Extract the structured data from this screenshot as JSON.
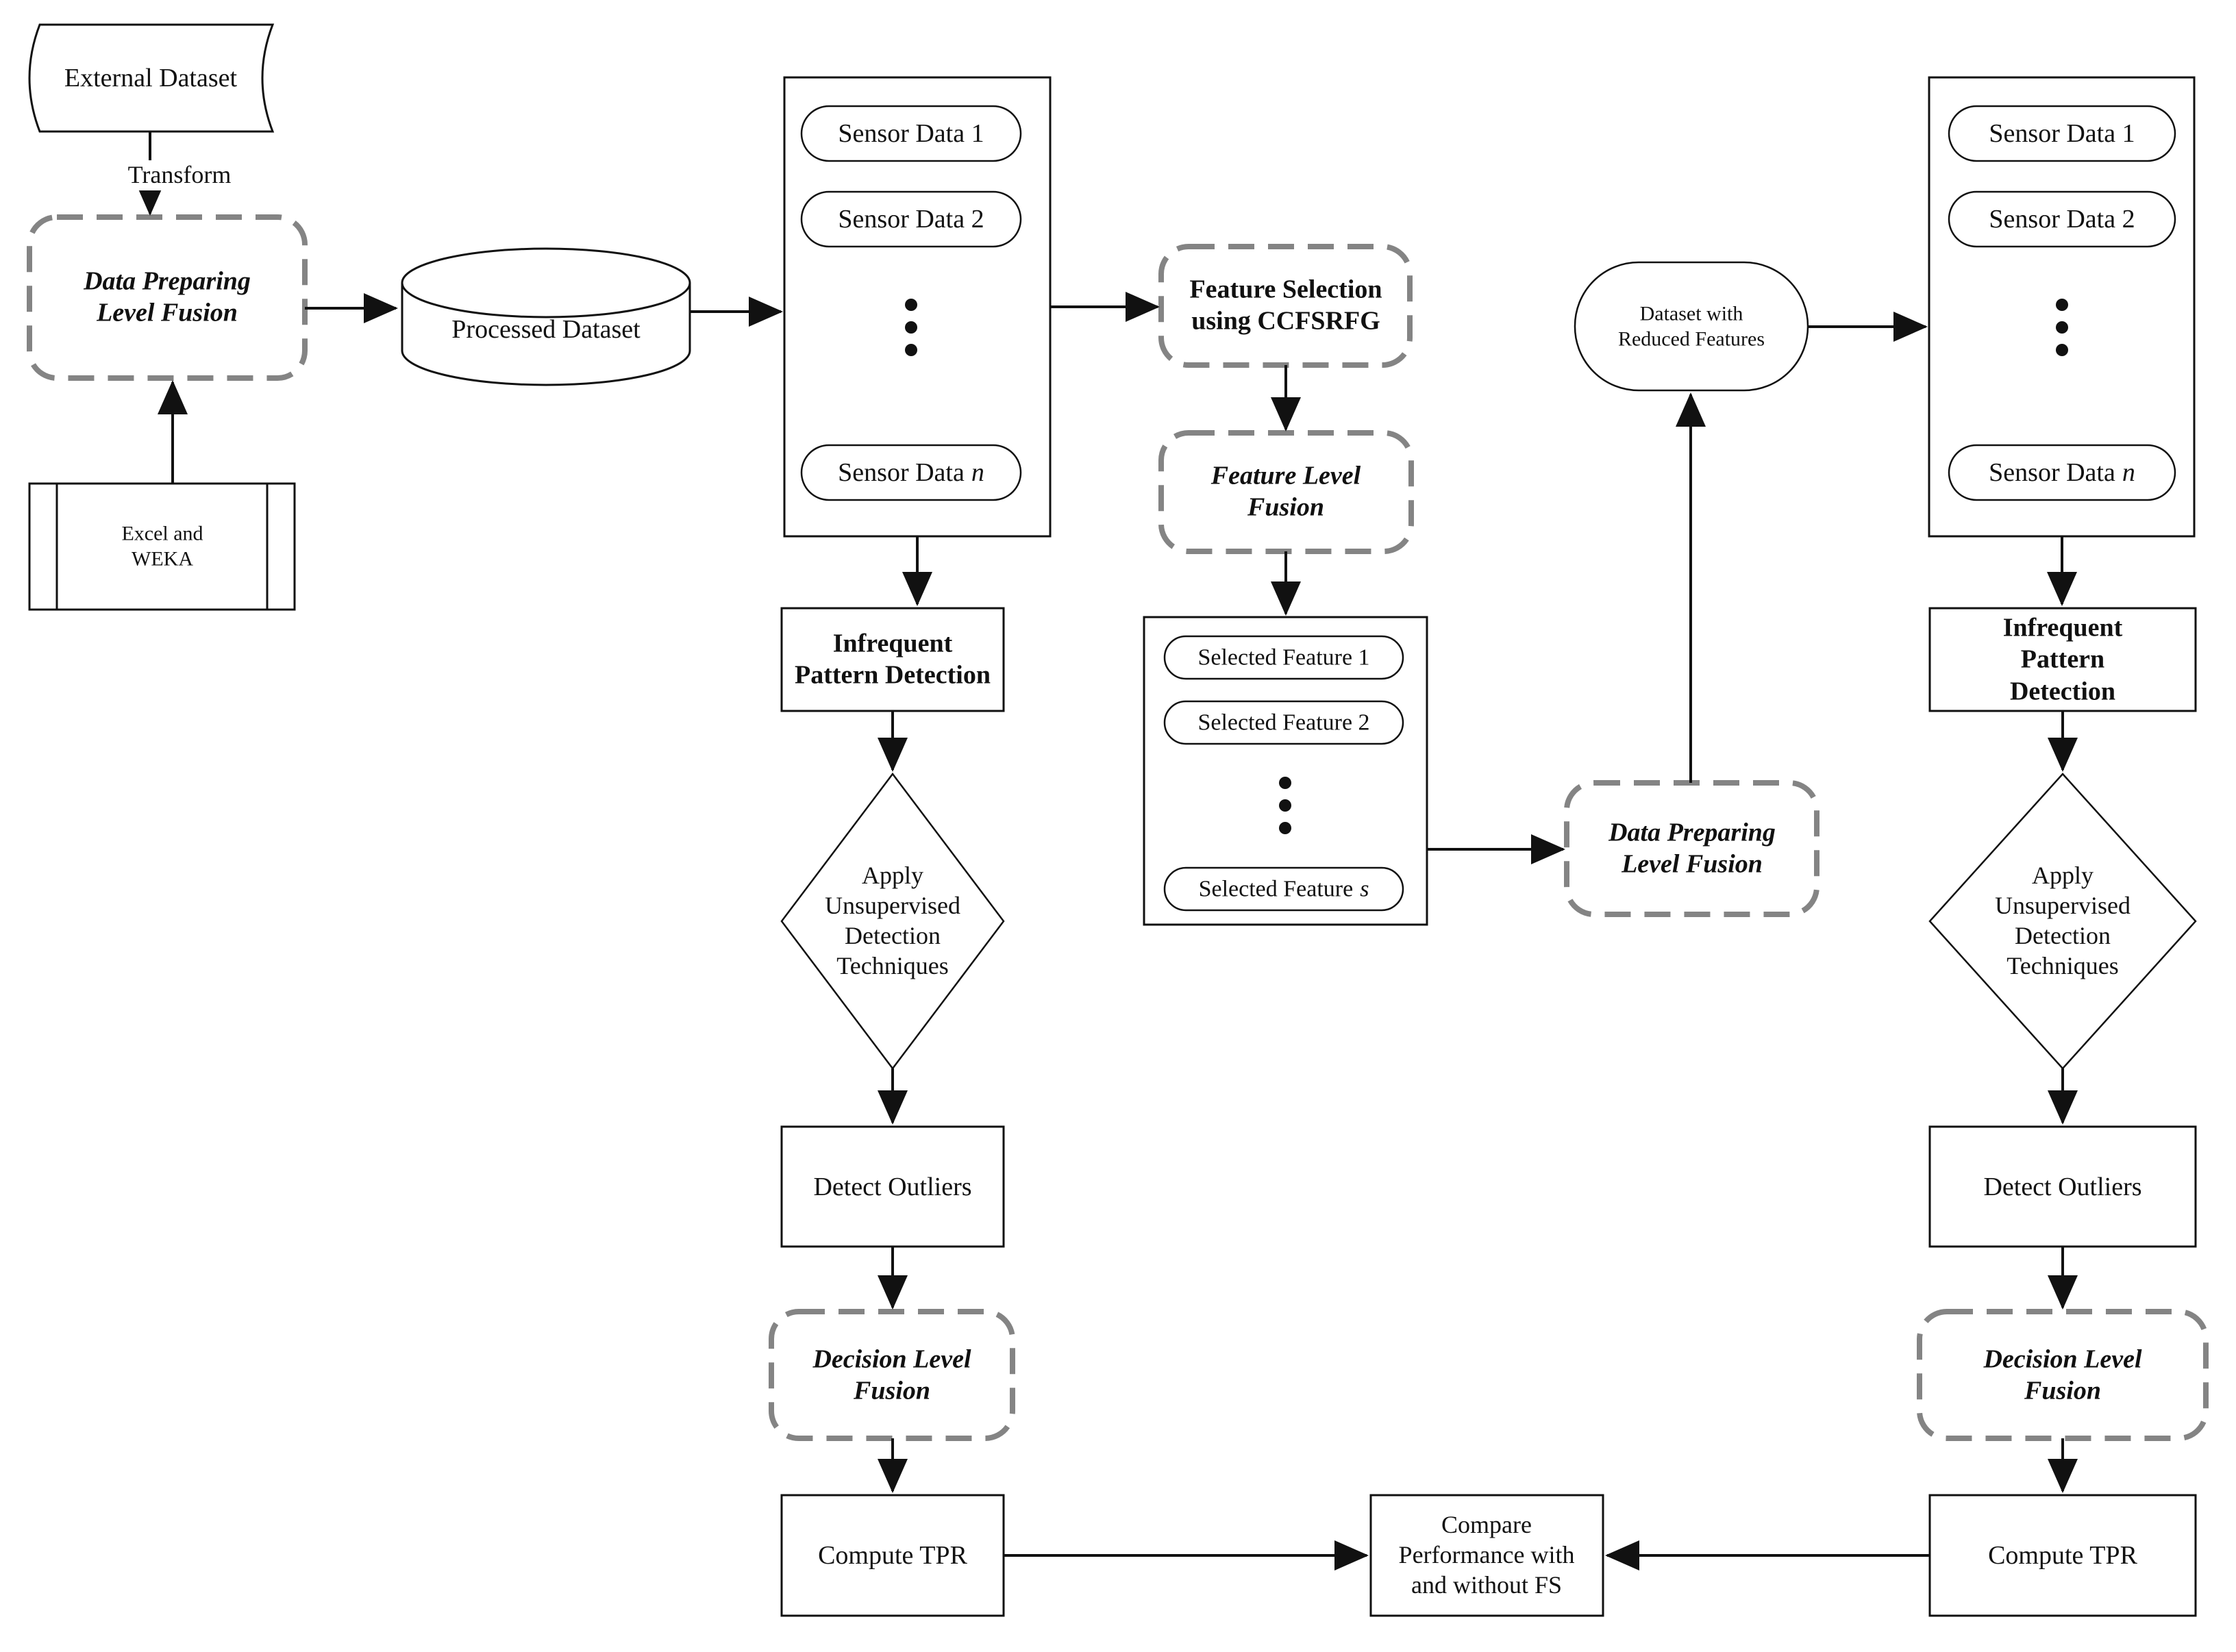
{
  "diagram": {
    "colors": {
      "line_black": "#111111",
      "dash_gray": "#848484",
      "background": "#ffffff"
    },
    "nodes": {
      "external_dataset": "External Dataset",
      "transform_label": "Transform",
      "data_preparing_fusion": "Data Preparing\nLevel Fusion",
      "excel_weka": "Excel and\nWEKA",
      "processed_dataset": "Processed Dataset",
      "sensor1": "Sensor Data 1",
      "sensor2": "Sensor Data 2",
      "sensor_n_prefix": "Sensor Data",
      "sensor_n_var": "n",
      "feature_selection": "Feature Selection\nusing CCFSRFG",
      "feature_level_fusion": "Feature Level\nFusion",
      "selected1": "Selected Feature 1",
      "selected2": "Selected Feature 2",
      "selected_s_prefix": "Selected Feature",
      "selected_s_var": "s",
      "dataset_reduced": "Dataset with\nReduced Features",
      "ipd_left": "Infrequent\nPattern Detection",
      "ipd_right": "Infrequent Pattern\nDetection",
      "apply_unsupervised": "Apply\nUnsupervised\nDetection\nTechniques",
      "detect_outliers": "Detect Outliers",
      "decision_level_fusion": "Decision Level\nFusion",
      "compute_tpr": "Compute TPR",
      "compare_performance": "Compare\nPerformance with\nand without FS"
    }
  }
}
